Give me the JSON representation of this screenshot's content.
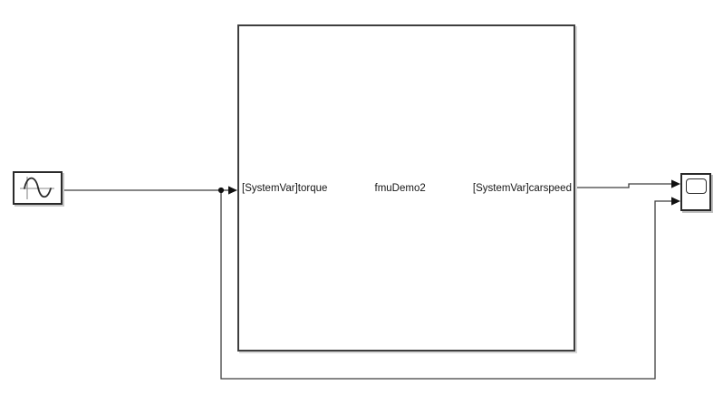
{
  "diagram": {
    "blocks": {
      "sine": {
        "type": "sine-wave-source",
        "icon": "sine-wave-icon"
      },
      "fmu": {
        "name": "fmuDemo2",
        "input_port": "[SystemVar]torque",
        "output_port": "[SystemVar]carspeed"
      },
      "scope": {
        "type": "scope",
        "icon": "scope-screen-icon",
        "input_count": 2
      }
    },
    "connections": [
      {
        "from": "sine-wave-block",
        "to": "fmu-block-input"
      },
      {
        "from": "sine-wave-block",
        "to": "scope-block-input-2",
        "route": "feedback-under-fmu"
      },
      {
        "from": "fmu-block-output",
        "to": "scope-block-input-1"
      }
    ]
  },
  "colors": {
    "background": "#ffffff",
    "block_fill": "#ffffff",
    "block_border": "#2a2a2a",
    "wire": "#3f3f3f",
    "arrow": "#111111",
    "text": "#161616",
    "shadow": "#c6c6c6"
  }
}
